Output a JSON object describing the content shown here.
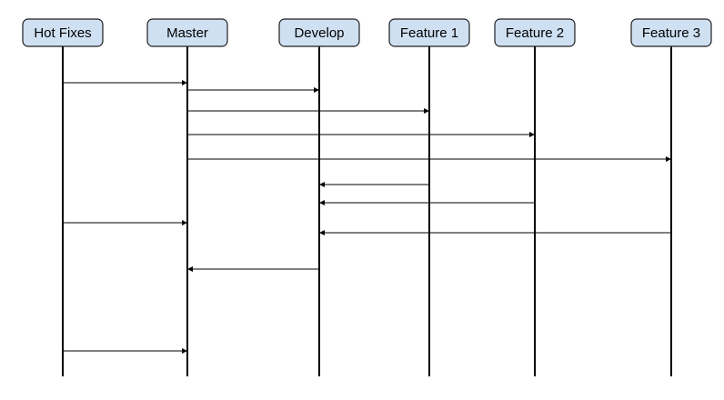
{
  "colors": {
    "lane_fill": "#cfe0f3",
    "lane_stroke": "#1f1f1f",
    "line": "#000000",
    "background": "#ffffff"
  },
  "lanes": [
    {
      "id": "hotfixes",
      "label": "Hot Fixes"
    },
    {
      "id": "master",
      "label": "Master"
    },
    {
      "id": "develop",
      "label": "Develop"
    },
    {
      "id": "feature1",
      "label": "Feature 1"
    },
    {
      "id": "feature2",
      "label": "Feature 2"
    },
    {
      "id": "feature3",
      "label": "Feature 3"
    }
  ],
  "messages": [
    {
      "from": "hotfixes",
      "to": "master"
    },
    {
      "from": "master",
      "to": "develop"
    },
    {
      "from": "master",
      "to": "feature1"
    },
    {
      "from": "master",
      "to": "feature2"
    },
    {
      "from": "master",
      "to": "feature3"
    },
    {
      "from": "feature1",
      "to": "develop"
    },
    {
      "from": "feature2",
      "to": "develop"
    },
    {
      "from": "hotfixes",
      "to": "master"
    },
    {
      "from": "feature3",
      "to": "develop"
    },
    {
      "from": "develop",
      "to": "master"
    },
    {
      "from": "hotfixes",
      "to": "master"
    }
  ]
}
